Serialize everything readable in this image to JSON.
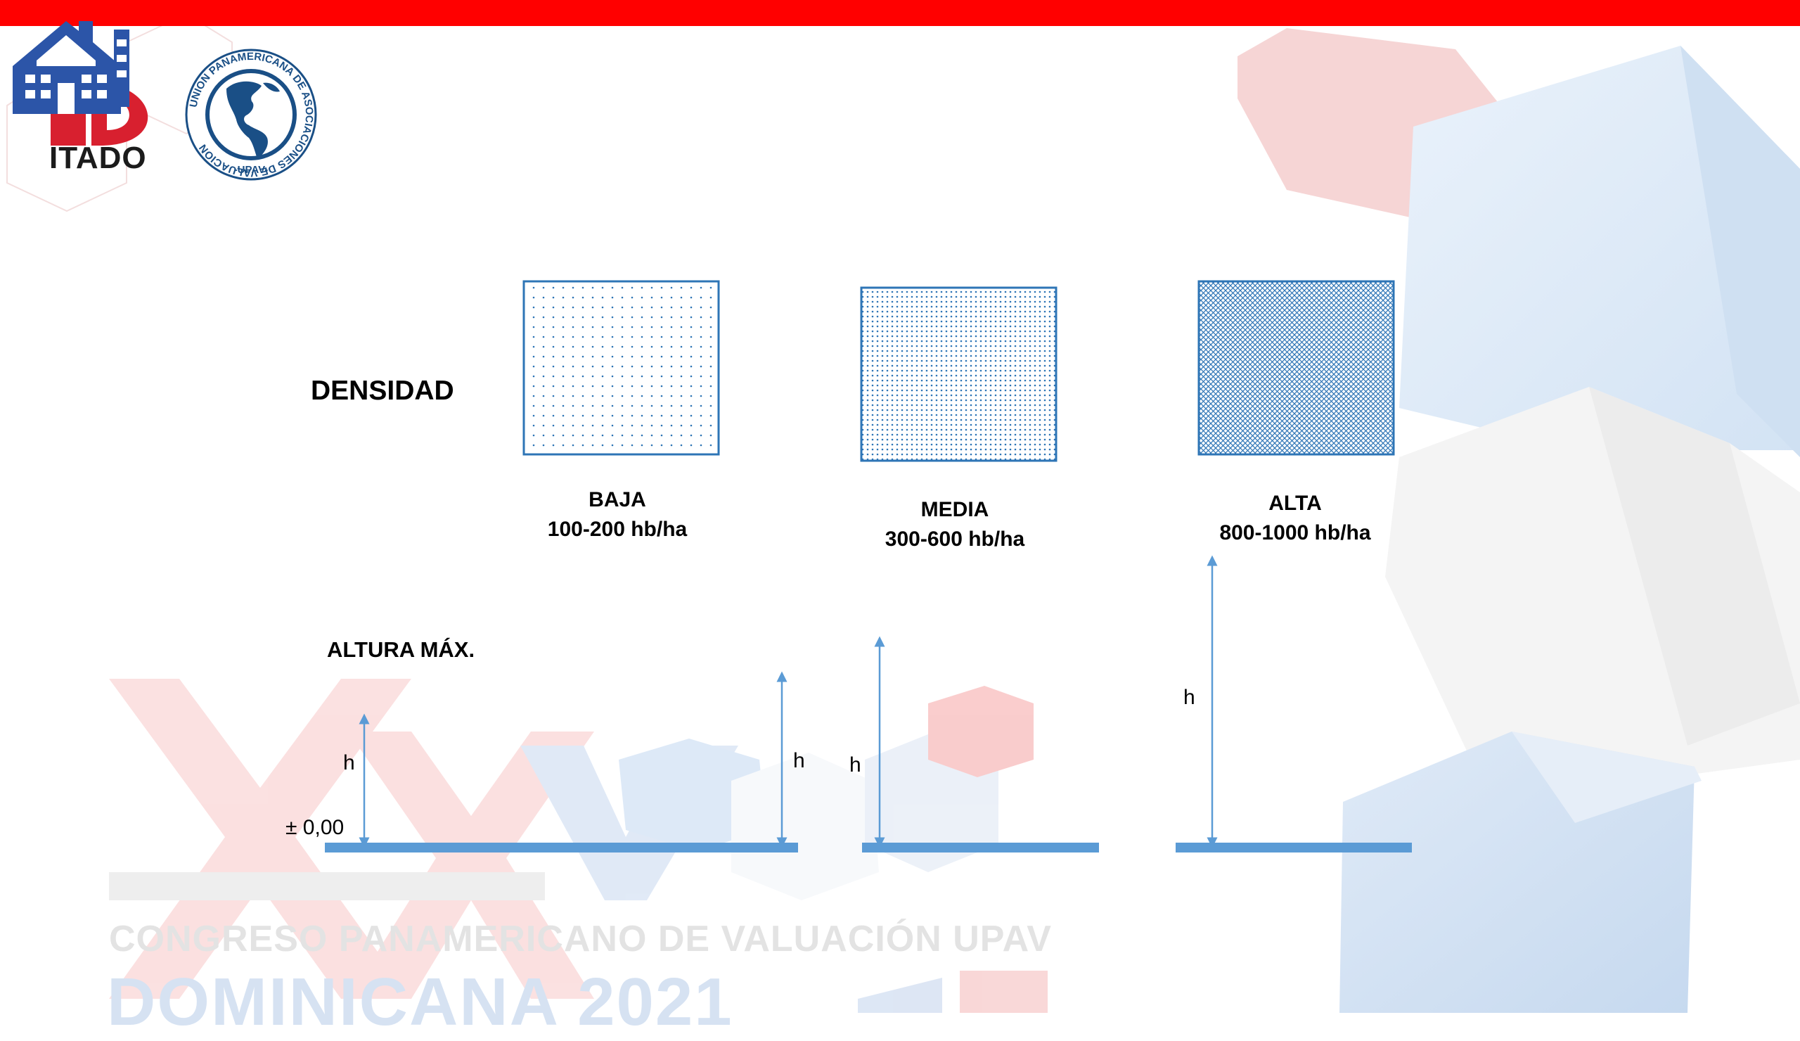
{
  "header": {
    "logo_ito_text": "ITADO",
    "logo_upav_ring_text": "UNION PANAMERICANA DE ASOCIACIONES DE VALUACION",
    "logo_upav_bottom": "-UPAV-"
  },
  "diagram": {
    "density_title": "DENSIDAD",
    "height_title": "ALTURA MÁX.",
    "zero_level": "± 0,00",
    "h_label": "h",
    "categories": [
      {
        "name": "BAJA",
        "range": "100-200 hb/ha",
        "pattern": "sparse-dots"
      },
      {
        "name": "MEDIA",
        "range": "300-600 hb/ha",
        "pattern": "medium-dots"
      },
      {
        "name": "ALTA",
        "range": "800-1000 hb/ha",
        "pattern": "dense-crosshatch"
      }
    ]
  },
  "watermark": {
    "congress": "CONGRESO PANAMERICANO DE VALUACIÓN UPAV",
    "country": "DOMINICANA 2021"
  },
  "colors": {
    "top_bar": "#ff0000",
    "accent_blue": "#5b9bd5",
    "box_border": "#2e75b6",
    "logo_navy": "#1f4e99"
  }
}
